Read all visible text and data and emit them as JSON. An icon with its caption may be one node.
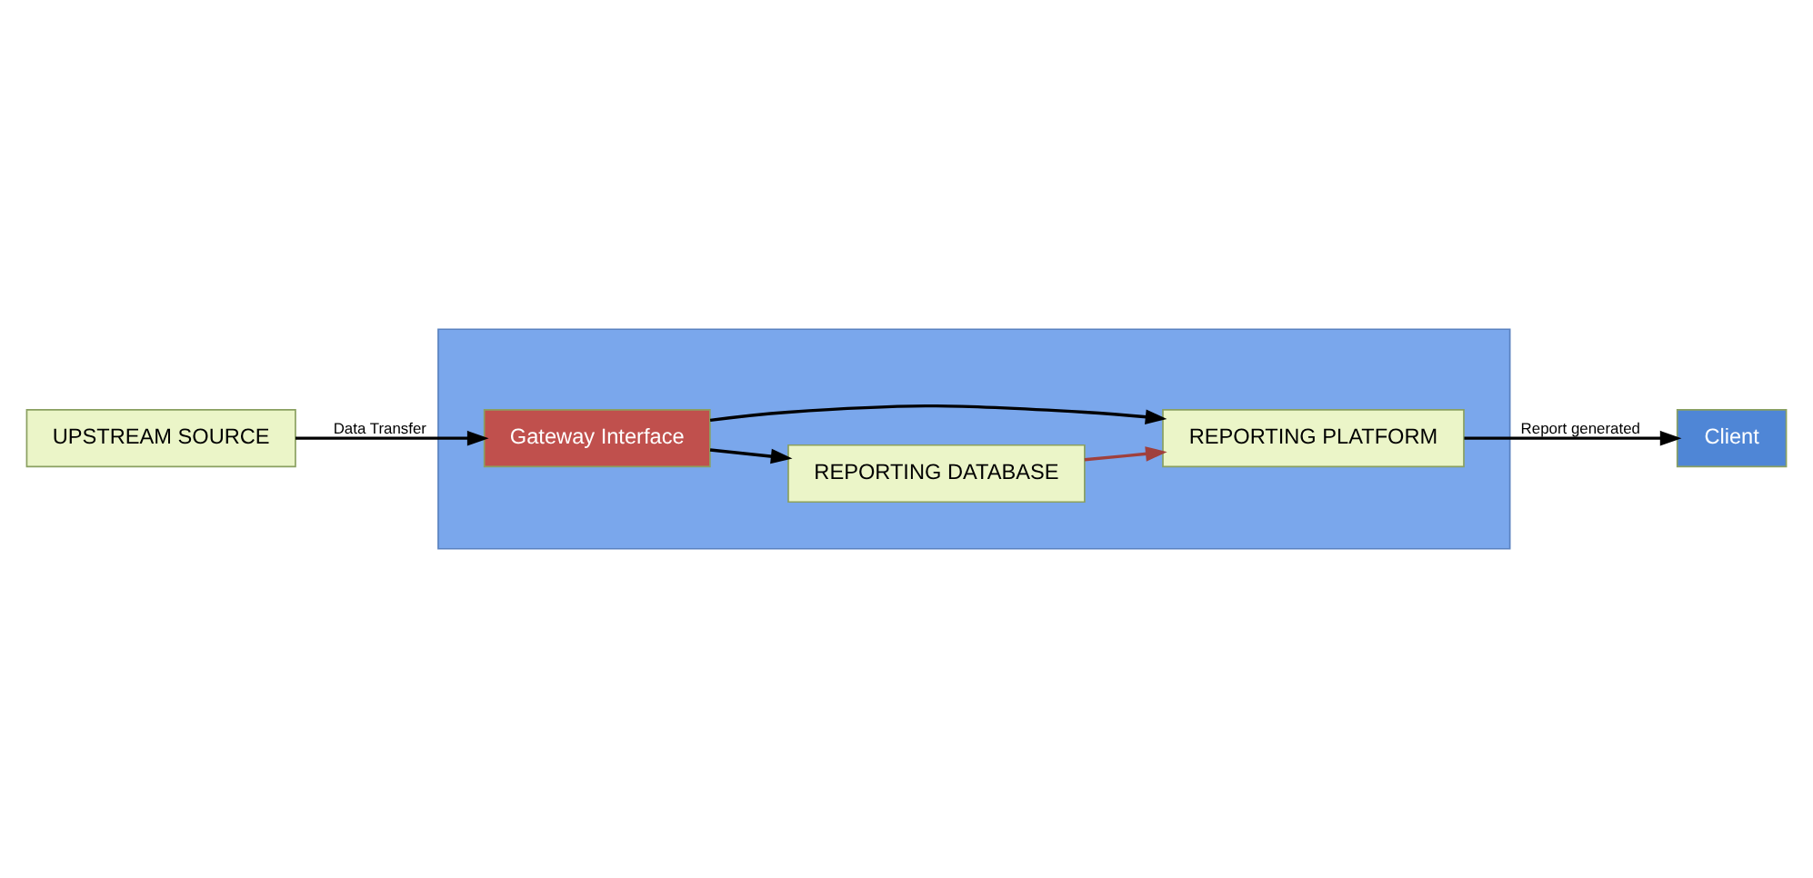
{
  "diagram": {
    "nodes": [
      {
        "text": [
          "UPSTREAM SOURCE"
        ]
      },
      {
        "text": [],
        "shape": "box"
      },
      {
        "text": [
          "Gateway Interface"
        ],
        "in": 1
      },
      {
        "text": [
          "REPORTING DATABASE"
        ],
        "in": 1
      },
      {
        "text": [
          "REPORTING PLATFORM"
        ],
        "in": 1
      },
      {
        "text": [
          "Client"
        ]
      }
    ],
    "edges": [
      {
        "from": 0,
        "to": 2,
        "arrow": "to",
        "label": "Data Transfer"
      },
      {
        "from": 2,
        "to": 3,
        "arrow": "to"
      },
      {
        "from": 2,
        "to": 4,
        "arrow": "to"
      },
      {
        "from": 3,
        "to": 4,
        "arrow": "to",
        "color": "#a0403c"
      },
      {
        "from": 4,
        "to": 5,
        "arrow": "to",
        "label": "Report generated"
      }
    ]
  }
}
